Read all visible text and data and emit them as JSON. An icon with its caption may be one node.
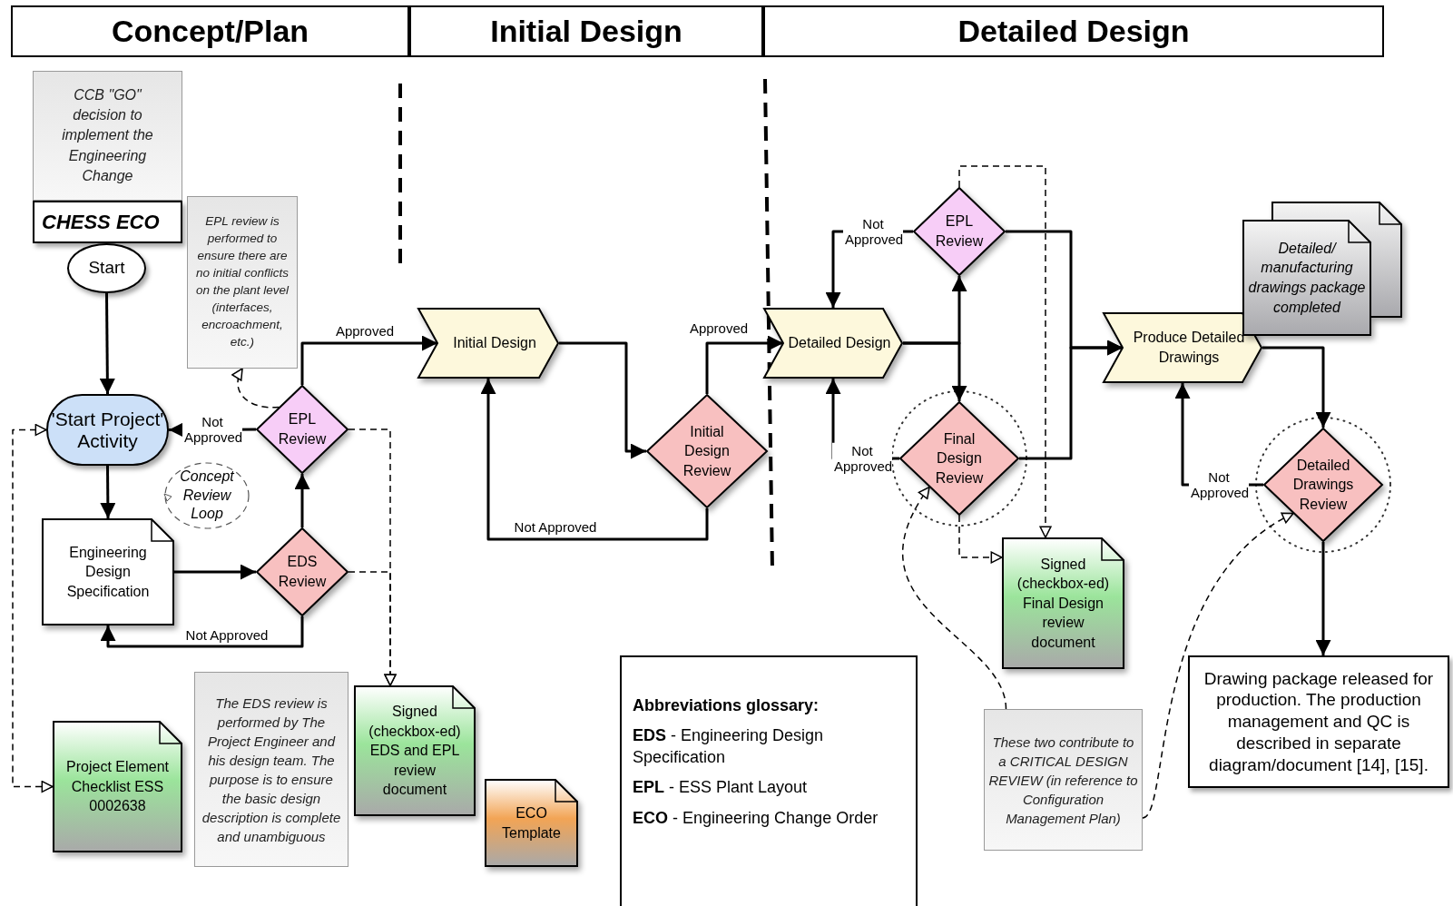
{
  "diagram": {
    "nodes": [
      {
        "text": [
          "Concept/Plan"
        ]
      },
      {
        "text": [
          "Initial Design"
        ]
      },
      {
        "text": [
          "Detailed Design"
        ]
      },
      {
        "text": [
          "CCB \"GO\" decision to implement the Engineering Change"
        ]
      },
      {
        "text": [
          "CHESS ECO"
        ]
      },
      {
        "text": [
          "Start"
        ]
      },
      {
        "text": [
          "'Start Project' Activity"
        ]
      },
      {
        "text": [
          "EPL review is performed to ensure there are no initial conflicts on the plant level (interfaces, encroachment, etc.)"
        ]
      },
      {
        "text": [
          "EPL Review"
        ]
      },
      {
        "text": [
          "Concept Review Loop"
        ]
      },
      {
        "text": [
          "Engineering Design Specification"
        ]
      },
      {
        "text": [
          "EDS Review"
        ]
      },
      {
        "text": [
          "Project Element Checklist ESS 0002638"
        ]
      },
      {
        "text": [
          "The EDS review is performed by The Project Engineer and his design team. The purpose is to ensure the basic design description is complete and unambiguous"
        ]
      },
      {
        "text": [
          "Signed (checkbox-ed) EDS and EPL review document"
        ]
      },
      {
        "text": [
          "ECO Template"
        ]
      },
      {
        "text": [
          "Initial Design"
        ]
      },
      {
        "text": [
          "Initial Design Review"
        ]
      },
      {
        "text": [
          "Detailed Design"
        ]
      },
      {
        "text": [
          "EPL Review"
        ]
      },
      {
        "text": [
          "Final Design Review"
        ]
      },
      {
        "text": [
          "Signed (checkbox-ed) Final Design review document"
        ]
      },
      {
        "text": [
          "Produce Detailed Drawings"
        ]
      },
      {
        "text": [
          "Detailed/ manufacturing drawings package completed"
        ]
      },
      {
        "text": [
          "Detailed Drawings Review"
        ]
      },
      {
        "text": [
          "Drawing package released for production. The production management and QC is described in separate diagram/document [14], [15]."
        ]
      },
      {
        "text": [
          "Abbreviations glossary:",
          "**EDS** - Engineering Design Specification",
          "**EPL** - ESS Plant Layout",
          "**ECO** - Engineering Change Order"
        ]
      },
      {
        "text": [
          "These two contribute to a CRITICAL DESIGN REVIEW (in reference to Configuration Management Plan)"
        ]
      }
    ],
    "edges": [
      {
        "from": 5,
        "to": 6,
        "arrow": "to"
      },
      {
        "from": 6,
        "to": 10,
        "arrow": "to"
      },
      {
        "from": 10,
        "to": 11,
        "arrow": "to"
      },
      {
        "from": 11,
        "to": 10,
        "arrow": "to",
        "label": "Not Approved"
      },
      {
        "from": 11,
        "to": 8,
        "arrow": "to"
      },
      {
        "from": 8,
        "to": 6,
        "arrow": "to",
        "label": "Not Approved"
      },
      {
        "from": 8,
        "to": 16,
        "arrow": "to",
        "label": "Approved"
      },
      {
        "from": 8,
        "to": 7,
        "arrow": "to",
        "style": "dashed"
      },
      {
        "from": 8,
        "to": 14,
        "arrow": "to",
        "style": "dashed"
      },
      {
        "from": 11,
        "to": 14,
        "arrow": "to",
        "style": "dashed"
      },
      {
        "from": 12,
        "to": 6,
        "arrow": "both",
        "style": "dashed"
      },
      {
        "from": 16,
        "to": 17,
        "arrow": "to"
      },
      {
        "from": 17,
        "to": 16,
        "arrow": "to",
        "label": "Not Approved"
      },
      {
        "from": 17,
        "to": 18,
        "arrow": "to",
        "label": "Approved"
      },
      {
        "from": 18,
        "to": 19,
        "arrow": "to"
      },
      {
        "from": 18,
        "to": 20,
        "arrow": "to"
      },
      {
        "from": 19,
        "to": 18,
        "arrow": "to",
        "label": "Not Approved"
      },
      {
        "from": 20,
        "to": 18,
        "arrow": "to",
        "label": "Not Approved"
      },
      {
        "from": 19,
        "to": 22,
        "arrow": "to"
      },
      {
        "from": 20,
        "to": 22,
        "arrow": "to"
      },
      {
        "from": 19,
        "to": 21,
        "arrow": "to",
        "style": "dashed"
      },
      {
        "from": 20,
        "to": 21,
        "arrow": "to",
        "style": "dashed"
      },
      {
        "from": 27,
        "to": 20,
        "arrow": "to",
        "style": "dashed"
      },
      {
        "from": 27,
        "to": 24,
        "arrow": "to",
        "style": "dashed"
      },
      {
        "from": 22,
        "to": 24,
        "arrow": "to"
      },
      {
        "from": 24,
        "to": 22,
        "arrow": "to",
        "label": "Not Approved"
      },
      {
        "from": 24,
        "to": 25,
        "arrow": "to"
      }
    ]
  }
}
